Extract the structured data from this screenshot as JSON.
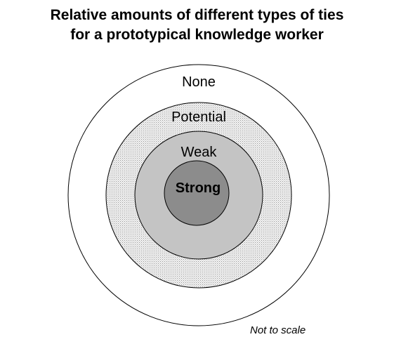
{
  "title": {
    "line1": "Relative amounts of different types of ties",
    "line2": "for a prototypical knowledge worker"
  },
  "rings": [
    {
      "id": "none",
      "label": "None",
      "fill": "#ffffff"
    },
    {
      "id": "potential",
      "label": "Potential",
      "fill": "#e8e8e8"
    },
    {
      "id": "weak",
      "label": "Weak",
      "fill": "#c4c4c4"
    },
    {
      "id": "strong",
      "label": "Strong",
      "fill": "#8c8c8c"
    }
  ],
  "note": "Not to scale"
}
